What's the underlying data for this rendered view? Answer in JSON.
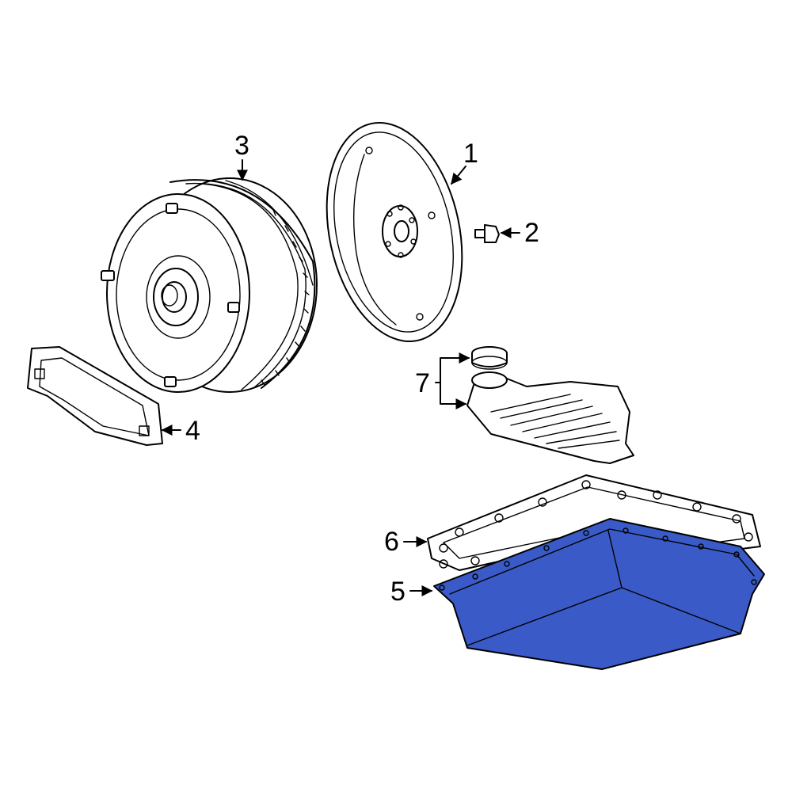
{
  "callouts": {
    "flexplate": "1",
    "bolt": "2",
    "torque_converter": "3",
    "seal_plate": "4",
    "transmission_pan": "5",
    "pan_gasket": "6",
    "filter_assembly": "7"
  },
  "colors": {
    "highlight_fill": "#3a5bc7",
    "line": "#000000",
    "background": "#ffffff"
  }
}
